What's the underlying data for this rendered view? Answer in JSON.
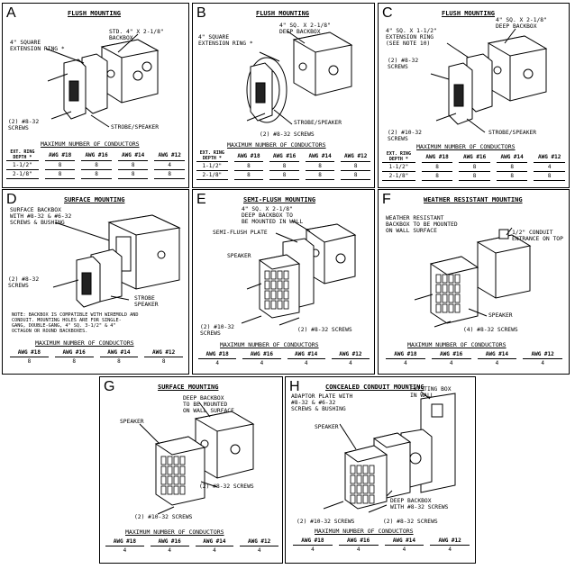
{
  "panels": {
    "A": {
      "letter": "A",
      "title": "FLUSH MOUNTING",
      "labels": [
        "STD. 4\" X 2-1/8\"\nBACKBOX",
        "4\" SQUARE\nEXTENSION RING *",
        "(2) #8-32\nSCREWS",
        "STROBE/SPEAKER"
      ],
      "conductors_title": "MAXIMUM NUMBER OF CONDUCTORS",
      "headers": [
        "EXT. RING\nDEPTH *",
        "AWG #18",
        "AWG #16",
        "AWG #14",
        "AWG #12"
      ],
      "rows": [
        [
          "1-1/2\"",
          "8",
          "8",
          "8",
          "4"
        ],
        [
          "2-1/8\"",
          "8",
          "8",
          "8",
          "8"
        ]
      ]
    },
    "B": {
      "letter": "B",
      "title": "FLUSH MOUNTING",
      "labels": [
        "4\" SQ. X 2-1/8\"\nDEEP BACKBOX",
        "4\" SQUARE\nEXTENSION RING *",
        "STROBE/SPEAKER",
        "(2) #8-32 SCREWS"
      ],
      "conductors_title": "MAXIMUM NUMBER OF CONDUCTORS",
      "headers": [
        "EXT. RING\nDEPTH *",
        "AWG #18",
        "AWG #16",
        "AWG #14",
        "AWG #12"
      ],
      "rows": [
        [
          "1-1/2\"",
          "8",
          "8",
          "8",
          "8"
        ],
        [
          "2-1/8\"",
          "8",
          "8",
          "8",
          "8"
        ]
      ]
    },
    "C": {
      "letter": "C",
      "title": "FLUSH MOUNTING",
      "labels": [
        "4\" SQ. X 2-1/8\"\nDEEP BACKBOX",
        "4\" SQ. X 1-1/2\"\nEXTENSION RING\n(SEE NOTE 10)",
        "(2) #8-32\nSCREWS",
        "STROBE/SPEAKER",
        "(2) #10-32\nSCREWS"
      ],
      "conductors_title": "MAXIMUM NUMBER OF CONDUCTORS",
      "headers": [
        "EXT. RING\nDEPTH *",
        "AWG #18",
        "AWG #16",
        "AWG #14",
        "AWG #12"
      ],
      "rows": [
        [
          "1-1/2\"",
          "8",
          "8",
          "8",
          "4"
        ],
        [
          "2-1/8\"",
          "8",
          "8",
          "8",
          "8"
        ]
      ]
    },
    "D": {
      "letter": "D",
      "title": "SURFACE MOUNTING",
      "labels": [
        "SURFACE BACKBOX\nWITH #8-32 & #6-32\nSCREWS & BUSHING",
        "(2) #8-32\nSCREWS",
        "STROBE\nSPEAKER"
      ],
      "note": "NOTE: BACKBOX IS COMPATIBLE WITH WIREMOLD AND\nCONDUIT. MOUNTING HOLES ARE FOR SINGLE-\nGANG, DOUBLE-GANG, 4\" SQ. 3-1/2\" & 4\"\nOCTAGON OR ROUND BACKBOXES.",
      "conductors_title": "MAXIMUM NUMBER OF CONDUCTORS",
      "headers": [
        "AWG #18",
        "AWG #16",
        "AWG #14",
        "AWG #12"
      ],
      "rows": [
        [
          "8",
          "8",
          "8",
          "8"
        ]
      ]
    },
    "E": {
      "letter": "E",
      "title": "SEMI-FLUSH MOUNTING",
      "labels": [
        "4\" SQ. X 2-1/8\"\nDEEP BACKBOX TO\nBE MOUNTED IN WALL",
        "SEMI-FLUSH PLATE",
        "SPEAKER",
        "(2) #10-32\nSCREWS",
        "(2) #8-32 SCREWS"
      ],
      "conductors_title": "MAXIMUM NUMBER OF CONDUCTORS",
      "headers": [
        "AWG #18",
        "AWG #16",
        "AWG #14",
        "AWG #12"
      ],
      "rows": [
        [
          "4",
          "4",
          "4",
          "4"
        ]
      ]
    },
    "F": {
      "letter": "F",
      "title": "WEATHER RESISTANT MOUNTING",
      "labels": [
        "WEATHER RESISTANT\nBACKBOX TO BE MOUNTED\nON WALL SURFACE",
        "1/2\" CONDUIT\nENTRANCE ON TOP",
        "SPEAKER",
        "(4) #8-32 SCREWS"
      ],
      "conductors_title": "MAXIMUM NUMBER OF CONDUCTORS",
      "headers": [
        "AWG #18",
        "AWG #16",
        "AWG #14",
        "AWG #12"
      ],
      "rows": [
        [
          "4",
          "4",
          "4",
          "4"
        ]
      ]
    },
    "G": {
      "letter": "G",
      "title": "SURFACE MOUNTING",
      "labels": [
        "DEEP BACKBOX\nTO BE MOUNTED\nON WALL SURFACE",
        "SPEAKER",
        "(2) #8-32 SCREWS",
        "(2) #10-32 SCREWS"
      ],
      "conductors_title": "MAXIMUM NUMBER OF CONDUCTORS",
      "headers": [
        "AWG #18",
        "AWG #16",
        "AWG #14",
        "AWG #12"
      ],
      "rows": [
        [
          "4",
          "4",
          "4",
          "4"
        ]
      ]
    },
    "H": {
      "letter": "H",
      "title": "CONCEALED CONDUIT MOUNTING",
      "labels": [
        "EXISTING BOX\nIN WALL",
        "ADAPTOR PLATE WITH\n#8-32 & #6-32\nSCREWS & BUSHING",
        "SPEAKER",
        "DEEP BACKBOX\nWITH #8-32 SCREWS",
        "(2) #10-32 SCREWS",
        "(2) #8-32 SCREWS"
      ],
      "conductors_title": "MAXIMUM NUMBER OF CONDUCTORS",
      "headers": [
        "AWG #18",
        "AWG #16",
        "AWG #14",
        "AWG #12"
      ],
      "rows": [
        [
          "4",
          "4",
          "4",
          "4"
        ]
      ]
    }
  }
}
